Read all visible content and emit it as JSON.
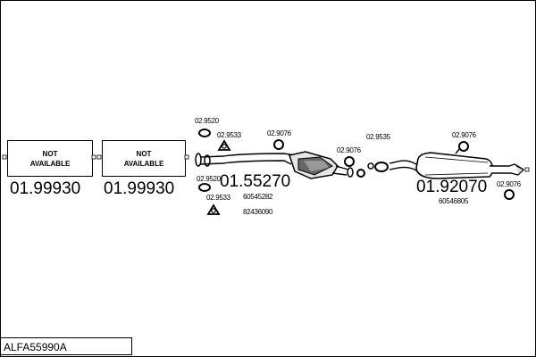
{
  "title": "ALFA55990A",
  "boxes": [
    {
      "line1": "NOT",
      "line2": "AVAILABLE",
      "number": "01.99930"
    },
    {
      "line1": "NOT",
      "line2": "AVAILABLE",
      "number": "01.99930"
    }
  ],
  "front_pipe": {
    "number": "01.55270",
    "refs": [
      "60545282",
      "82436090"
    ]
  },
  "rear_silencer": {
    "number": "01.92070",
    "refs": [
      "60546805"
    ]
  },
  "parts": {
    "p1": "02.9520",
    "p2": "02.9533",
    "p3": "02.9076",
    "p4": "02.9520",
    "p5": "02.9533",
    "p6": "02.9076",
    "p7": "02.9535",
    "p8": "02.9076",
    "p9": "02.9076"
  }
}
